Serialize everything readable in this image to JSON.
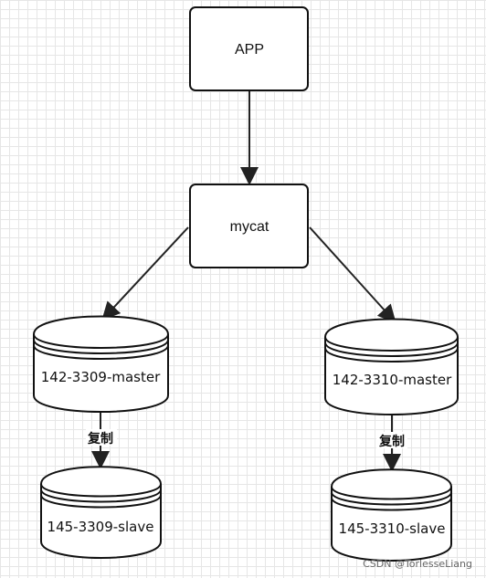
{
  "diagram": {
    "nodes": {
      "app": {
        "label": "APP"
      },
      "mycat": {
        "label": "mycat"
      },
      "master1": {
        "label": "142-3309-master"
      },
      "master2": {
        "label": "142-3310-master"
      },
      "slave1": {
        "label": "145-3309-slave"
      },
      "slave2": {
        "label": "145-3310-slave"
      }
    },
    "edges": {
      "replicate_left": {
        "label": "复制"
      },
      "replicate_right": {
        "label": "复制"
      }
    }
  },
  "watermark": "CSDN @TorlesseLiang"
}
